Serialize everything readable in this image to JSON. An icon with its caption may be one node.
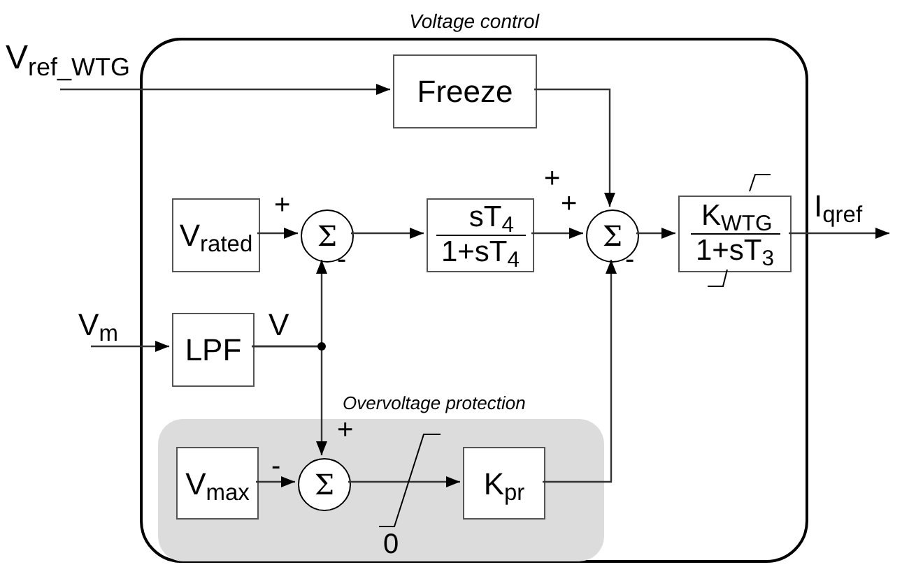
{
  "diagram": {
    "nodes": [
      {
        "text": [
          "Voltage control"
        ]
      },
      {
        "text": [
          "Freeze"
        ],
        "in": 0
      },
      {
        "text": [
          "V$_{rated}$"
        ],
        "in": 0
      },
      {
        "text": [
          "Σ"
        ],
        "in": 0
      },
      {
        "text": [
          "sT$_{4}$",
          "1+sT$_{4}$"
        ],
        "in": 0
      },
      {
        "text": [
          "Σ"
        ],
        "in": 0
      },
      {
        "text": [
          "K$_{WTG}$",
          "1+sT$_{3}$"
        ],
        "in": 0
      },
      {
        "text": [
          "LPF"
        ],
        "in": 0
      },
      {
        "text": [
          "Overvoltage protection"
        ],
        "in": 0
      },
      {
        "text": [
          "V$_{max}$"
        ],
        "in": 8
      },
      {
        "text": [
          "Σ"
        ],
        "in": 8
      },
      {
        "text": [
          "K$_{pr}$"
        ],
        "in": 8
      }
    ],
    "edges": [
      {
        "from": null,
        "to": 1,
        "arrow": "to",
        "label": "V$_{ref_WTG}$"
      },
      {
        "from": 1,
        "to": 5,
        "arrow": "to"
      },
      {
        "from": 2,
        "to": 3,
        "arrow": "to"
      },
      {
        "from": 3,
        "to": 4,
        "arrow": "to"
      },
      {
        "from": 4,
        "to": 5,
        "arrow": "to"
      },
      {
        "from": 5,
        "to": 6,
        "arrow": "to"
      },
      {
        "from": 6,
        "to": null,
        "arrow": "to",
        "label": "I$_{qref}$"
      },
      {
        "from": null,
        "to": 7,
        "arrow": "to",
        "label": "V$_{m}$"
      },
      {
        "from": 7,
        "to": 3,
        "arrow": "to",
        "label": "V"
      },
      {
        "from": 7,
        "to": 10,
        "arrow": "to"
      },
      {
        "from": 9,
        "to": 10,
        "arrow": "to"
      },
      {
        "from": 10,
        "to": 11,
        "arrow": "to"
      },
      {
        "from": 11,
        "to": 5,
        "arrow": "to"
      }
    ],
    "labels": [
      "+",
      "-",
      "+",
      "+",
      "-",
      "-",
      "+",
      "0"
    ]
  }
}
